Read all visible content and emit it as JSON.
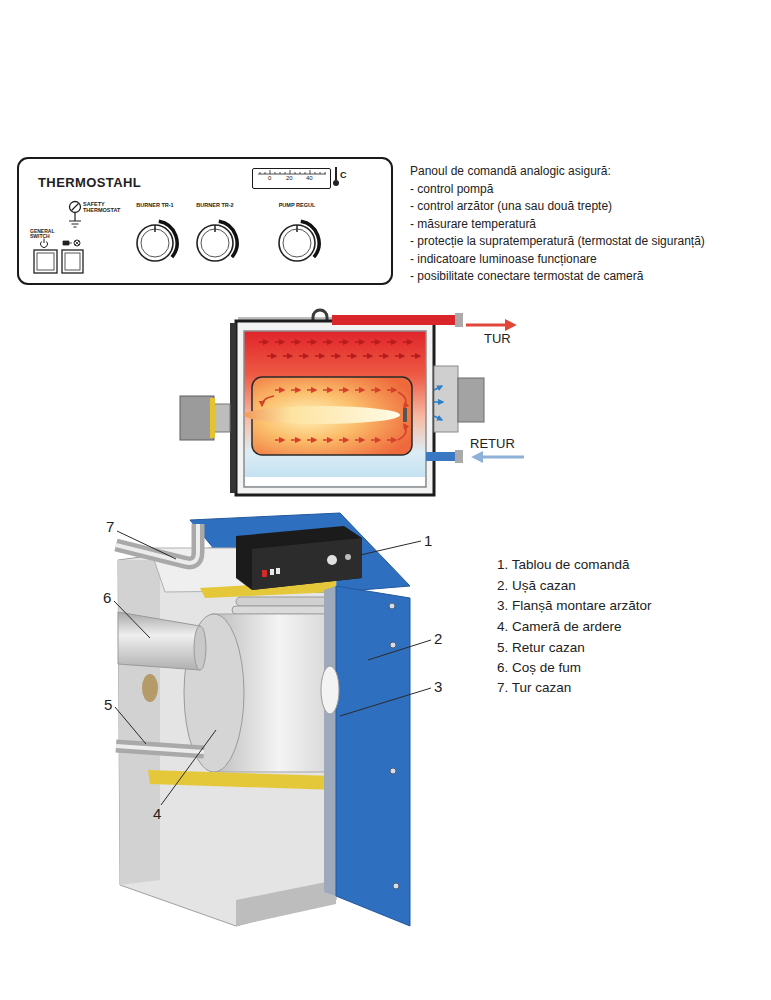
{
  "diagram": {
    "nodes": [
      {
        "text": [
          "THERMOSTAHL",
          "SAFETY THERMOSTAT",
          "BURNER TR-1",
          "BURNER TR-2",
          "PUMP REGUL",
          "GENERAL SWITCH",
          "C"
        ]
      },
      {
        "text": [
          "0",
          "20",
          "40"
        ],
        "in": 0
      }
    ],
    "labels": [
      "Panoul de comandă analogic asigură:",
      "- control pompă",
      "- control arzător (una sau două trepte)",
      "- măsurare temperatură",
      "- protecție la supratemperatură (termostat de siguranță)",
      "- indicatoare luminoase funcționare",
      "- posibilitate conectare termostat de cameră",
      "TUR",
      "RETUR",
      "7",
      "1",
      "6",
      "2",
      "3",
      "5",
      "4",
      "1. Tablou de comandă",
      "2. Ușă cazan",
      "3. Flanșă montare arzător",
      "4. Cameră de ardere",
      "5. Retur cazan",
      "6. Coș de fum",
      "7. Tur cazan"
    ]
  }
}
